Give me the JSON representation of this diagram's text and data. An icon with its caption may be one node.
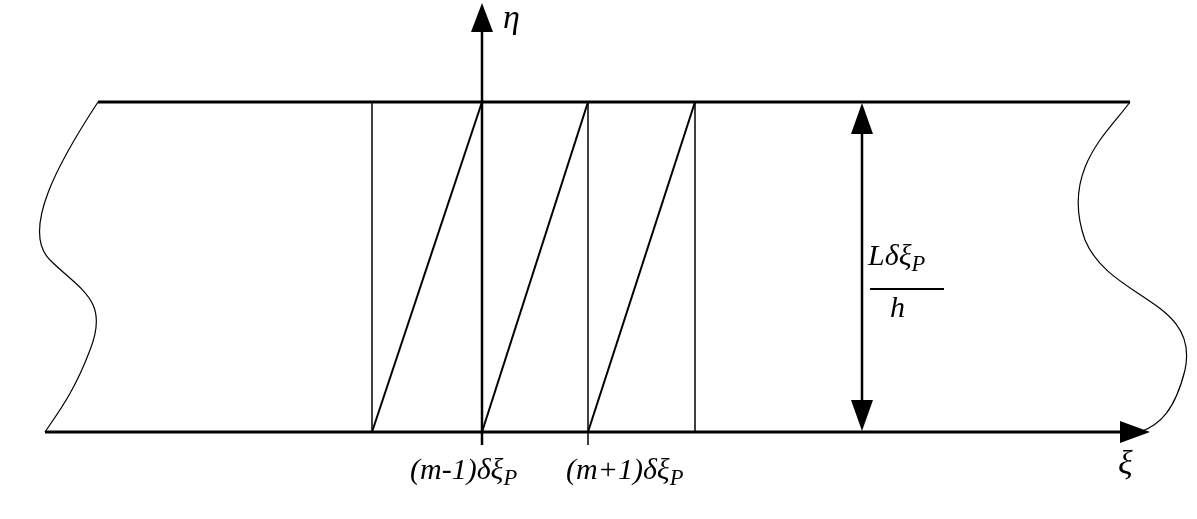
{
  "diagram": {
    "labels": [
      "η",
      "Lδξ$_{P}$",
      "h",
      "ξ",
      "(m-1)δξ$_{P}$",
      "(m+1)δξ$_{P}$"
    ]
  }
}
